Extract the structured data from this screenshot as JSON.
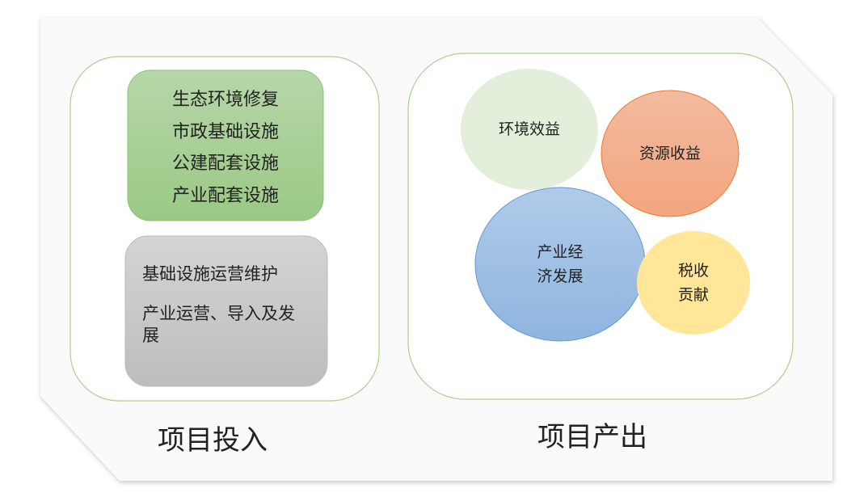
{
  "inputs": {
    "title": "项目投入",
    "construction_items": [
      "生态环境修复",
      "市政基础设施",
      "公建配套设施",
      "产业配套设施"
    ],
    "operation_items": [
      "基础设施运营维护",
      "产业运营、导入及发展"
    ]
  },
  "outputs": {
    "title": "项目产出",
    "benefits": [
      {
        "label": "环境效益",
        "color": "#e2efda"
      },
      {
        "label": "资源收益",
        "color": "#f4b183"
      },
      {
        "label": "产业经\n济发展",
        "color": "#9dc3e6"
      },
      {
        "label": "税收\n贡献",
        "color": "#ffe699"
      }
    ]
  },
  "colors": {
    "border_green": "#a9d18e",
    "green_box": "#a9d18e",
    "gray_box": "#c8c8c8"
  }
}
